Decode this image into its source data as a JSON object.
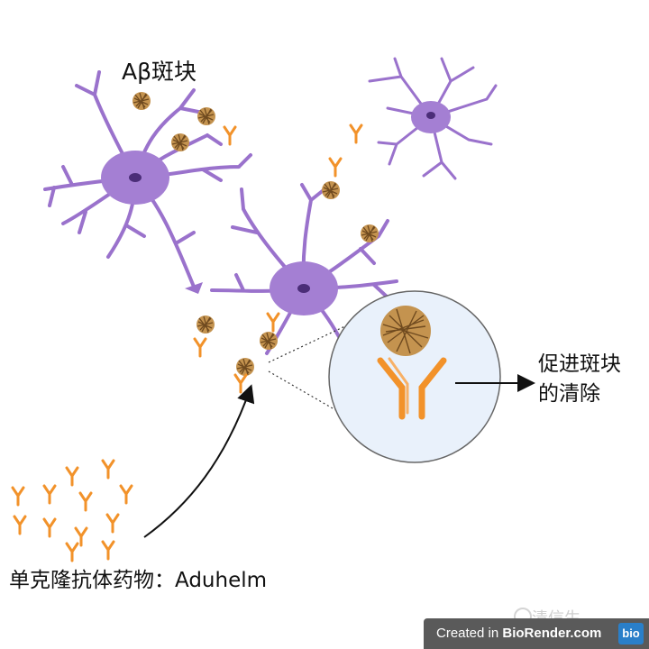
{
  "labels": {
    "plaque": "Aβ斑块",
    "clearance": "促进斑块\n的清除",
    "drug": "单克隆抗体药物：Aduhelm"
  },
  "watermark": {
    "text": "清信生",
    "icon": "wechat-icon"
  },
  "credit": {
    "prefix": "Created in ",
    "brand": "BioRender.com",
    "logo": "bio"
  },
  "colors": {
    "neuron": "#9a72cc",
    "neuron_dark": "#6b47a3",
    "antibody": "#f2922a",
    "plaque": "#b07a3a",
    "zoom_fill": "#e9f1fb",
    "arrow": "#111111"
  }
}
